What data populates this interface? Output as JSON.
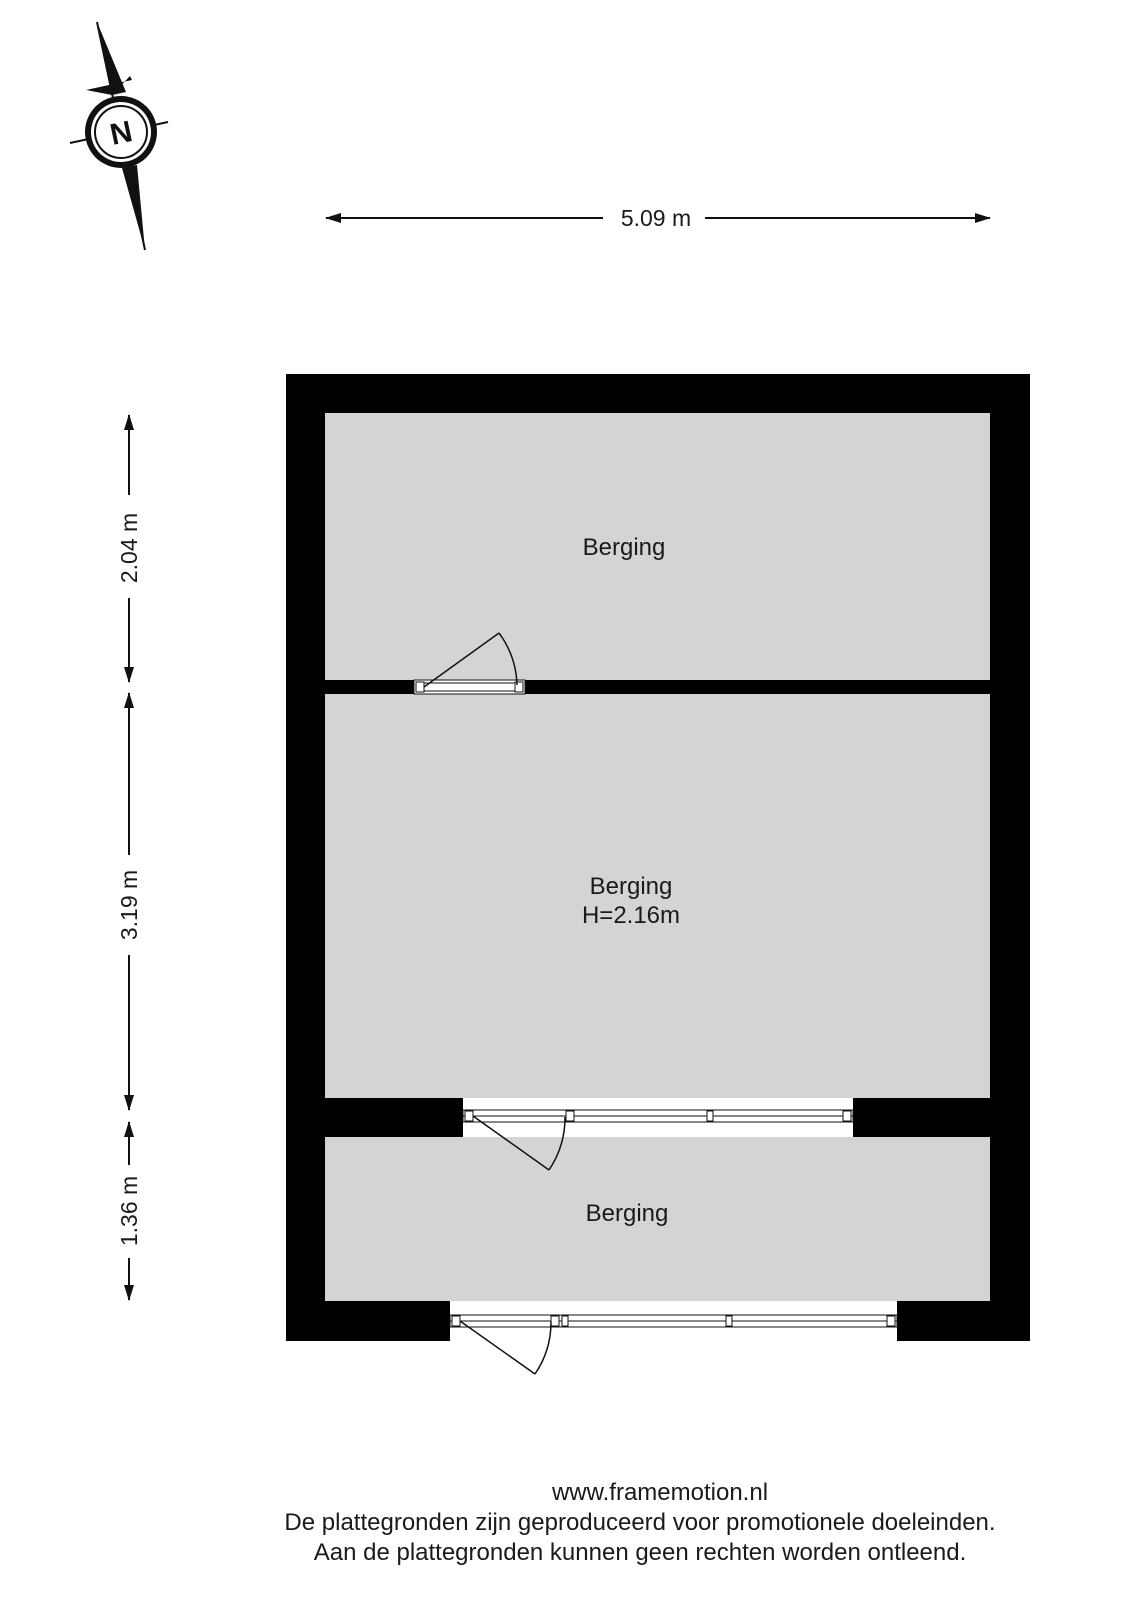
{
  "compass": {
    "letter": "N",
    "icon": "north-arrow-icon"
  },
  "dimensions": {
    "width": "5.09 m",
    "depth_top": "2.04 m",
    "depth_middle": "3.19 m",
    "depth_bottom": "1.36 m"
  },
  "rooms": [
    {
      "name": "Berging",
      "height": ""
    },
    {
      "name": "Berging",
      "height": "H=2.16m"
    },
    {
      "name": "Berging",
      "height": ""
    }
  ],
  "footer": {
    "website": "www.framemotion.nl",
    "disclaimer_line1": "De plattegronden zijn geproduceerd voor promotionele doeleinden.",
    "disclaimer_line2": "Aan de plattegronden kunnen geen rechten worden ontleend."
  },
  "colors": {
    "wall": "#000000",
    "floor": "#d4d4d4",
    "background": "#ffffff"
  }
}
